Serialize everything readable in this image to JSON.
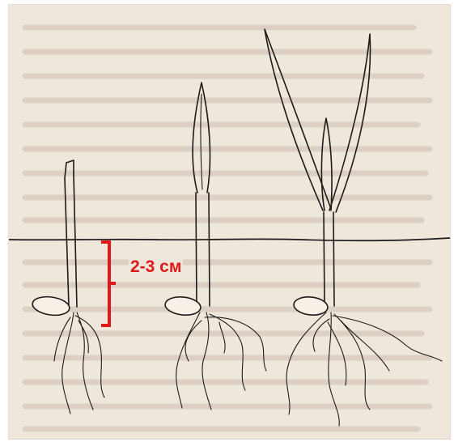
{
  "annotation": {
    "depth_label": "2-3 см",
    "label_color": "#e01818"
  },
  "stages": [
    {
      "id": "stage-1",
      "description_icon": "germinating-seed-sprout-icon"
    },
    {
      "id": "stage-2",
      "description_icon": "seedling-first-leaf-icon"
    },
    {
      "id": "stage-3",
      "description_icon": "seedling-two-leaves-icon"
    }
  ],
  "colors": {
    "paper": "#efe7dc",
    "ink": "#1f1a17",
    "bracket": "#e01818"
  }
}
